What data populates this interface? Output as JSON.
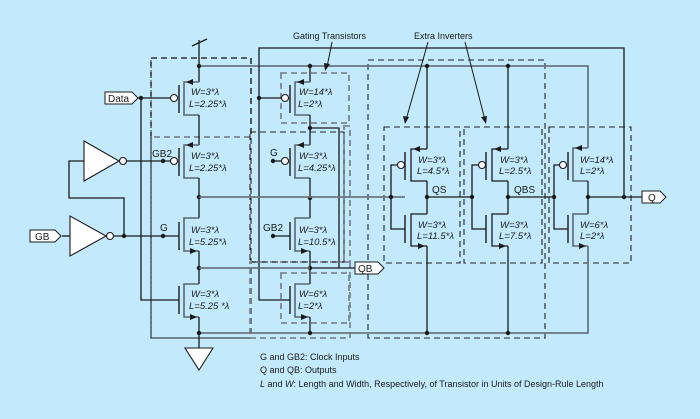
{
  "annotations": {
    "gating_transistors": "Gating Transistors",
    "extra_inverters": "Extra Inverters"
  },
  "ports": {
    "data": "Data",
    "gb": "GB",
    "q": "Q",
    "qb": "QB"
  },
  "nodes": {
    "gb2_left": "GB2",
    "g_left": "G",
    "g_mid": "G",
    "gb2_mid": "GB2",
    "qs": "QS",
    "qbs": "QBS"
  },
  "transistors": {
    "t1": {
      "type": "pmos",
      "w": "W=3*λ",
      "l": "L=2.25*λ"
    },
    "t2": {
      "type": "pmos",
      "w": "W=3*λ",
      "l": "L=2.25*λ"
    },
    "t3": {
      "type": "nmos",
      "w": "W=3*λ",
      "l": "L=5.25*λ"
    },
    "t4": {
      "type": "nmos",
      "w": "W=3*λ",
      "l": "L=5.25 *λ"
    },
    "t5": {
      "type": "pmos",
      "w": "W=14*λ",
      "l": "L=2*λ"
    },
    "t6": {
      "type": "pmos",
      "w": "W=3*λ",
      "l": "L=4.25*λ"
    },
    "t7": {
      "type": "nmos",
      "w": "W=3*λ",
      "l": "L=10.5*λ"
    },
    "t8": {
      "type": "nmos",
      "w": "W=6*λ",
      "l": "L=2*λ"
    },
    "t9": {
      "type": "pmos",
      "w": "W=3*λ",
      "l": "L=4.5*λ"
    },
    "t10": {
      "type": "nmos",
      "w": "W=3*λ",
      "l": "L=11.5*λ"
    },
    "t11": {
      "type": "pmos",
      "w": "W=3*λ",
      "l": "L=2.5*λ"
    },
    "t12": {
      "type": "nmos",
      "w": "W=3*λ",
      "l": "L=7.5*λ"
    },
    "t13": {
      "type": "pmos",
      "w": "W=14*λ",
      "l": "L=2*λ"
    },
    "t14": {
      "type": "nmos",
      "w": "W=6*λ",
      "l": "L=2*λ"
    }
  },
  "legend": {
    "line1": "G and GB2: Clock Inputs",
    "line2": "Q and QB: Outputs",
    "line3_l": "L",
    "line3_mid": " and ",
    "line3_w": "W",
    "line3_rest": ": Length and Width, Respectively, of Transistor in Units of Design-Rule Length"
  }
}
